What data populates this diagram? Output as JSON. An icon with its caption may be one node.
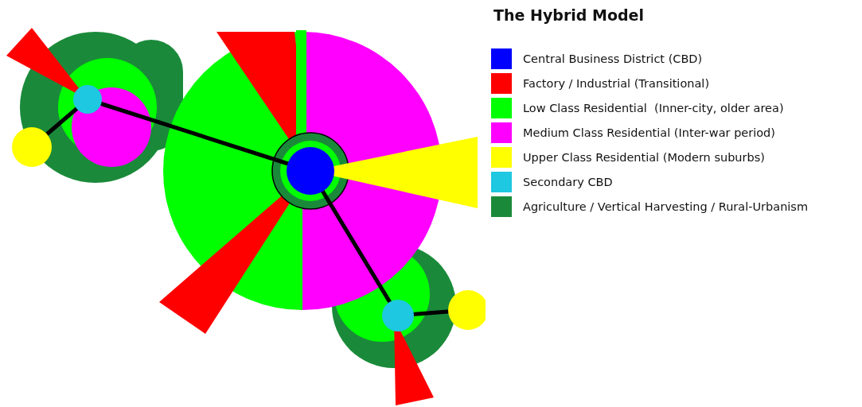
{
  "diagram": {
    "title": "The Hybrid Model",
    "legend": [
      {
        "text": "Central Business District (CBD)",
        "color": "#0000ff"
      },
      {
        "text": "Factory / Industrial (Transitional)",
        "color": "#ff0000"
      },
      {
        "text": "Low Class Residential  (Inner-city, older area)",
        "color": "#00ff00"
      },
      {
        "text": "Medium Class Residential (Inter-war period)",
        "color": "#ff00ff"
      },
      {
        "text": "Upper Class Residential (Modern suburbs)",
        "color": "#ffff00"
      },
      {
        "text": "Secondary CBD",
        "color": "#1ec8e0"
      },
      {
        "text": "Agriculture / Vertical Harvesting / Rural-Urbanism",
        "color": "#1a8a3a"
      }
    ]
  }
}
